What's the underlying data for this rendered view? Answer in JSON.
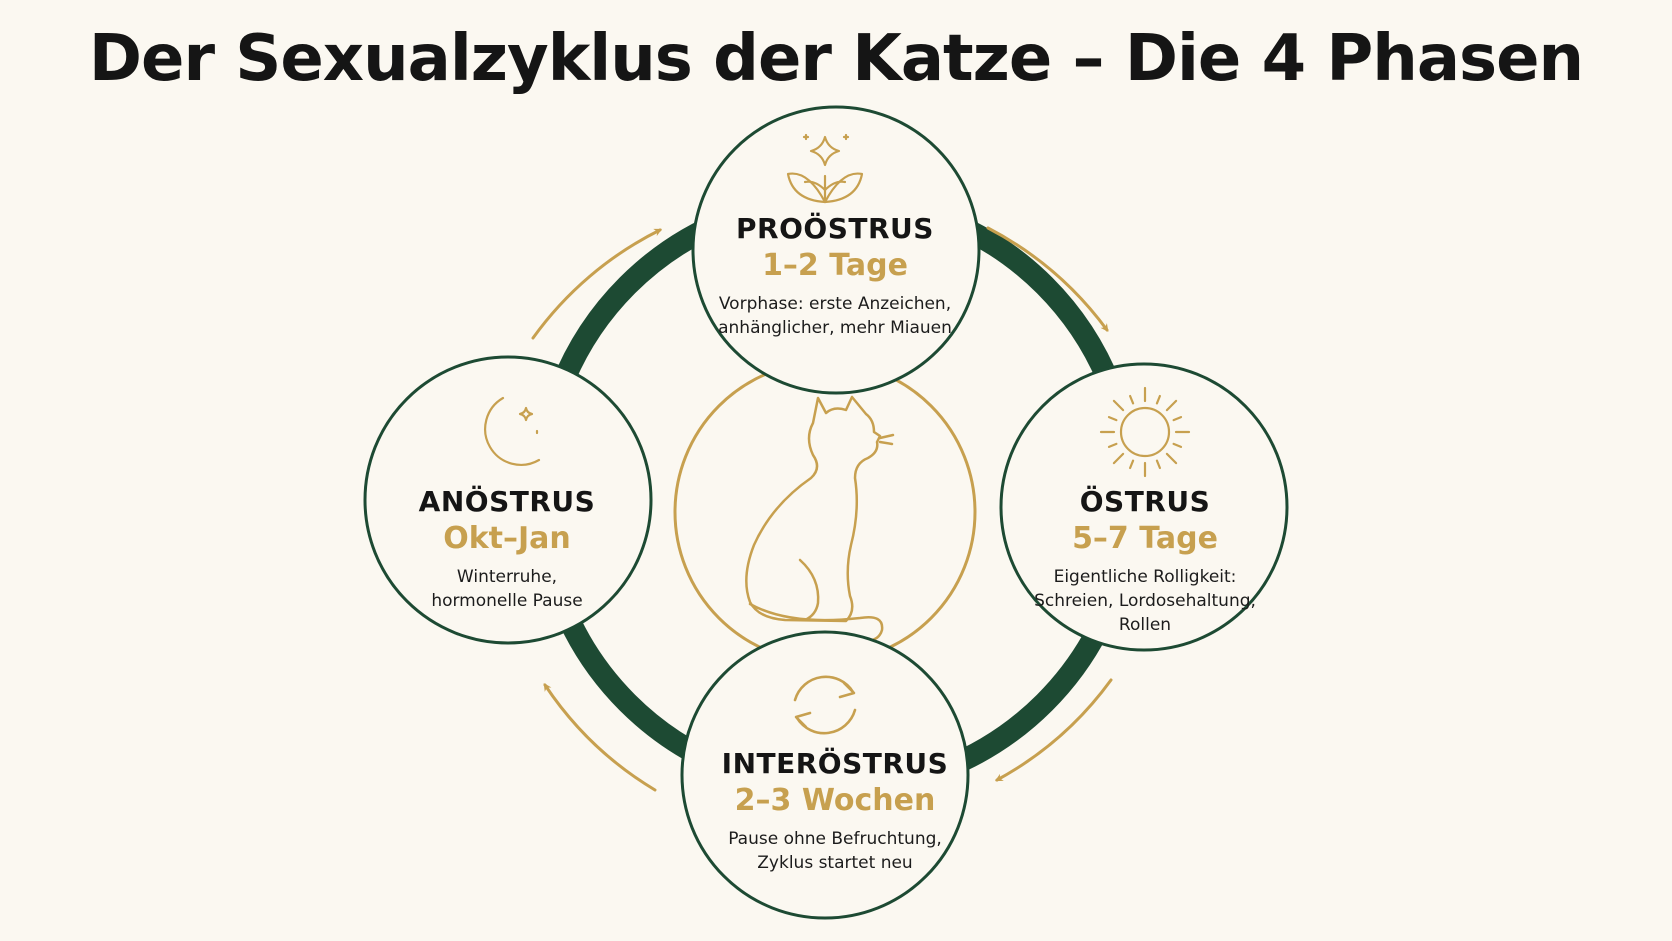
{
  "title": "Der Sexualzyklus der Katze – Die 4 Phasen",
  "colors": {
    "background": "#fbf8f1",
    "dark_green": "#1d4a33",
    "gold": "#c7a04f",
    "text": "#151515"
  },
  "phases": [
    {
      "name": "PROÖSTRUS",
      "duration": "1–2 Tage",
      "description_lines": [
        "Vorphase: erste Anzeichen,",
        "anhänglicher, mehr Miauen"
      ],
      "icon": "sprout-sparkle-icon"
    },
    {
      "name": "ÖSTRUS",
      "duration": "5–7 Tage",
      "description_lines": [
        "Eigentliche Rolligkeit:",
        "Schreien, Lordosehaltung,",
        "Rollen"
      ],
      "icon": "sun-icon"
    },
    {
      "name": "INTERÖSTRUS",
      "duration": "2–3 Wochen",
      "description_lines": [
        "Pause ohne Befruchtung,",
        "Zyklus startet neu"
      ],
      "icon": "cycle-arrows-icon"
    },
    {
      "name": "ANÖSTRUS",
      "duration": "Okt–Jan",
      "description_lines": [
        "Winterruhe,",
        "hormonelle Pause"
      ],
      "icon": "moon-star-icon"
    }
  ],
  "center_icon": "sitting-cat-icon"
}
